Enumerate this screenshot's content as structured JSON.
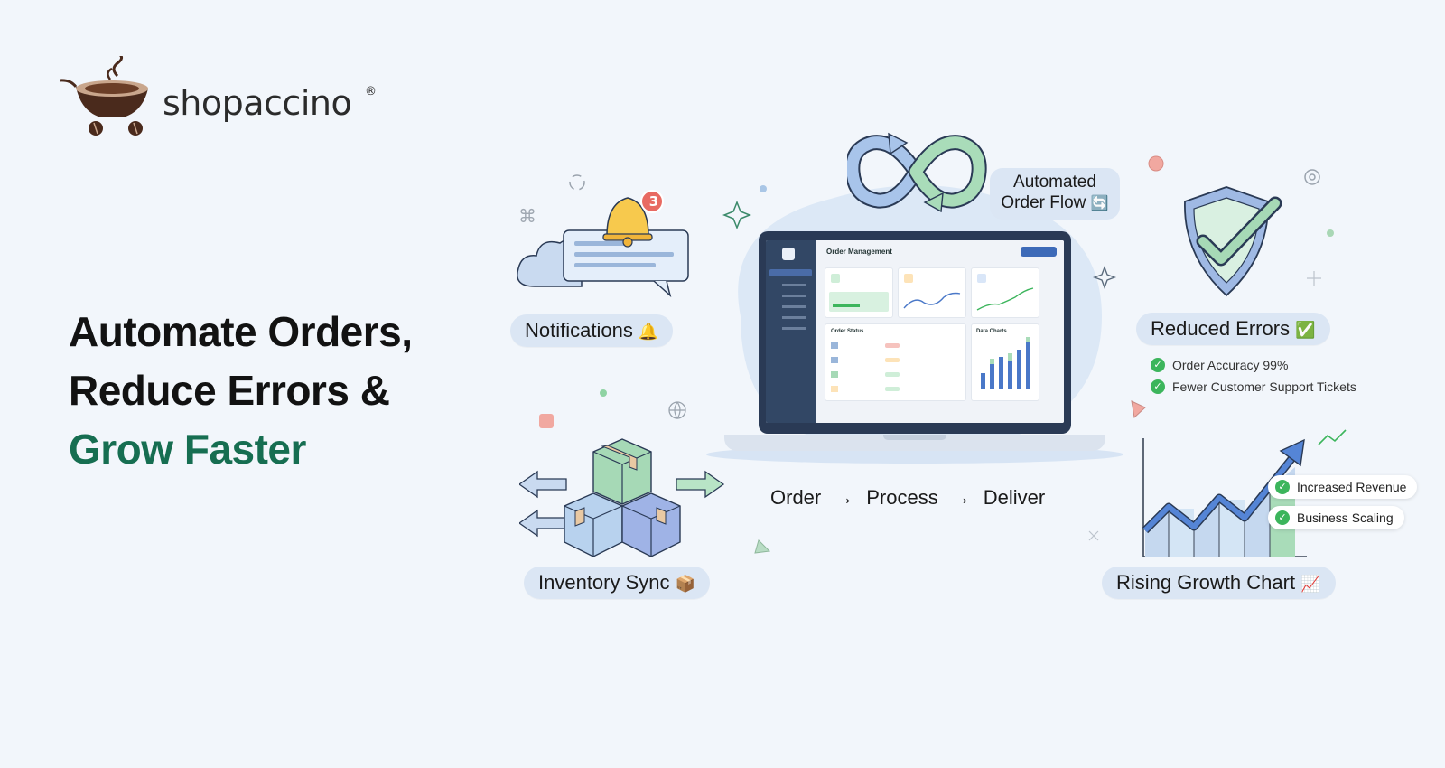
{
  "brand": {
    "name": "shopaccino",
    "registered": "®"
  },
  "headline": {
    "line1": "Automate Orders,",
    "line2": "Reduce Errors &",
    "line3": "Grow Faster"
  },
  "features": {
    "notifications": {
      "label": "Notifications",
      "emoji": "🔔",
      "badge_count": "3"
    },
    "inventory": {
      "label": "Inventory Sync",
      "emoji": "📦"
    },
    "automated_flow": {
      "line1": "Automated",
      "line2": "Order Flow",
      "emoji": "🔄"
    },
    "reduced_errors": {
      "label": "Reduced Errors",
      "emoji": "✅",
      "points": [
        "Order Accuracy 99%",
        "Fewer Customer Support Tickets"
      ]
    },
    "growth": {
      "label": "Rising Growth Chart",
      "emoji": "📈",
      "tags": [
        "Increased Revenue",
        "Business Scaling"
      ]
    }
  },
  "order_flow": {
    "step1": "Order",
    "step2": "Process",
    "step3": "Deliver",
    "arrow": "→"
  },
  "dashboard": {
    "title": "Order Management",
    "order_status": "Order Status",
    "data_charts": "Data Charts"
  },
  "colors": {
    "accent_green": "#166e51",
    "pill_bg": "#dbe6f4",
    "page_bg": "#f2f6fb"
  }
}
